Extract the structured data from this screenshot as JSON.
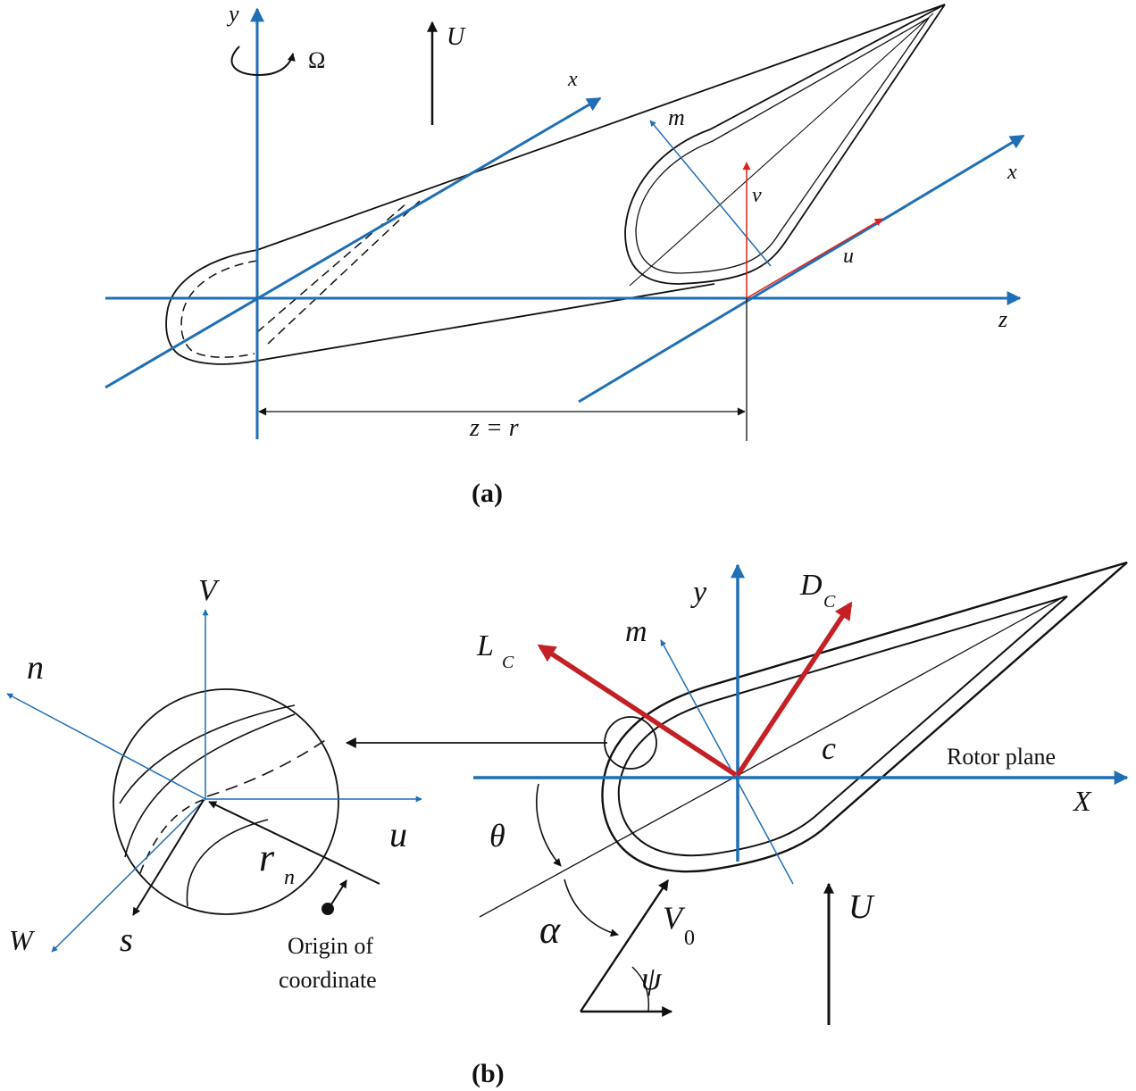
{
  "panel_a": {
    "caption": "(a)",
    "labels": {
      "y": "y",
      "omega": "Ω",
      "U": "U",
      "x_left": "x",
      "m": "m",
      "v": "v",
      "x_right": "x",
      "u": "u",
      "z": "z",
      "dimension": "z = r"
    }
  },
  "panel_b": {
    "caption": "(b)",
    "labels": {
      "V": "V",
      "n": "n",
      "u": "u",
      "W": "W",
      "s": "s",
      "r": "r",
      "r_sub": "n",
      "origin_line1": "Origin of",
      "origin_line2": "coordinate",
      "y": "y",
      "D": "D",
      "D_sub": "C",
      "L": "L",
      "L_sub": "C",
      "m": "m",
      "c": "c",
      "rotor_plane": "Rotor plane",
      "X": "X",
      "theta": "θ",
      "alpha": "α",
      "V0": "V",
      "V0_sub": "0",
      "psi": "ψ",
      "U": "U"
    }
  },
  "colors": {
    "axis_blue": "#1f6fb5",
    "velocity_red": "#e0201b",
    "force_red": "#c42026",
    "ink": "#111111"
  }
}
